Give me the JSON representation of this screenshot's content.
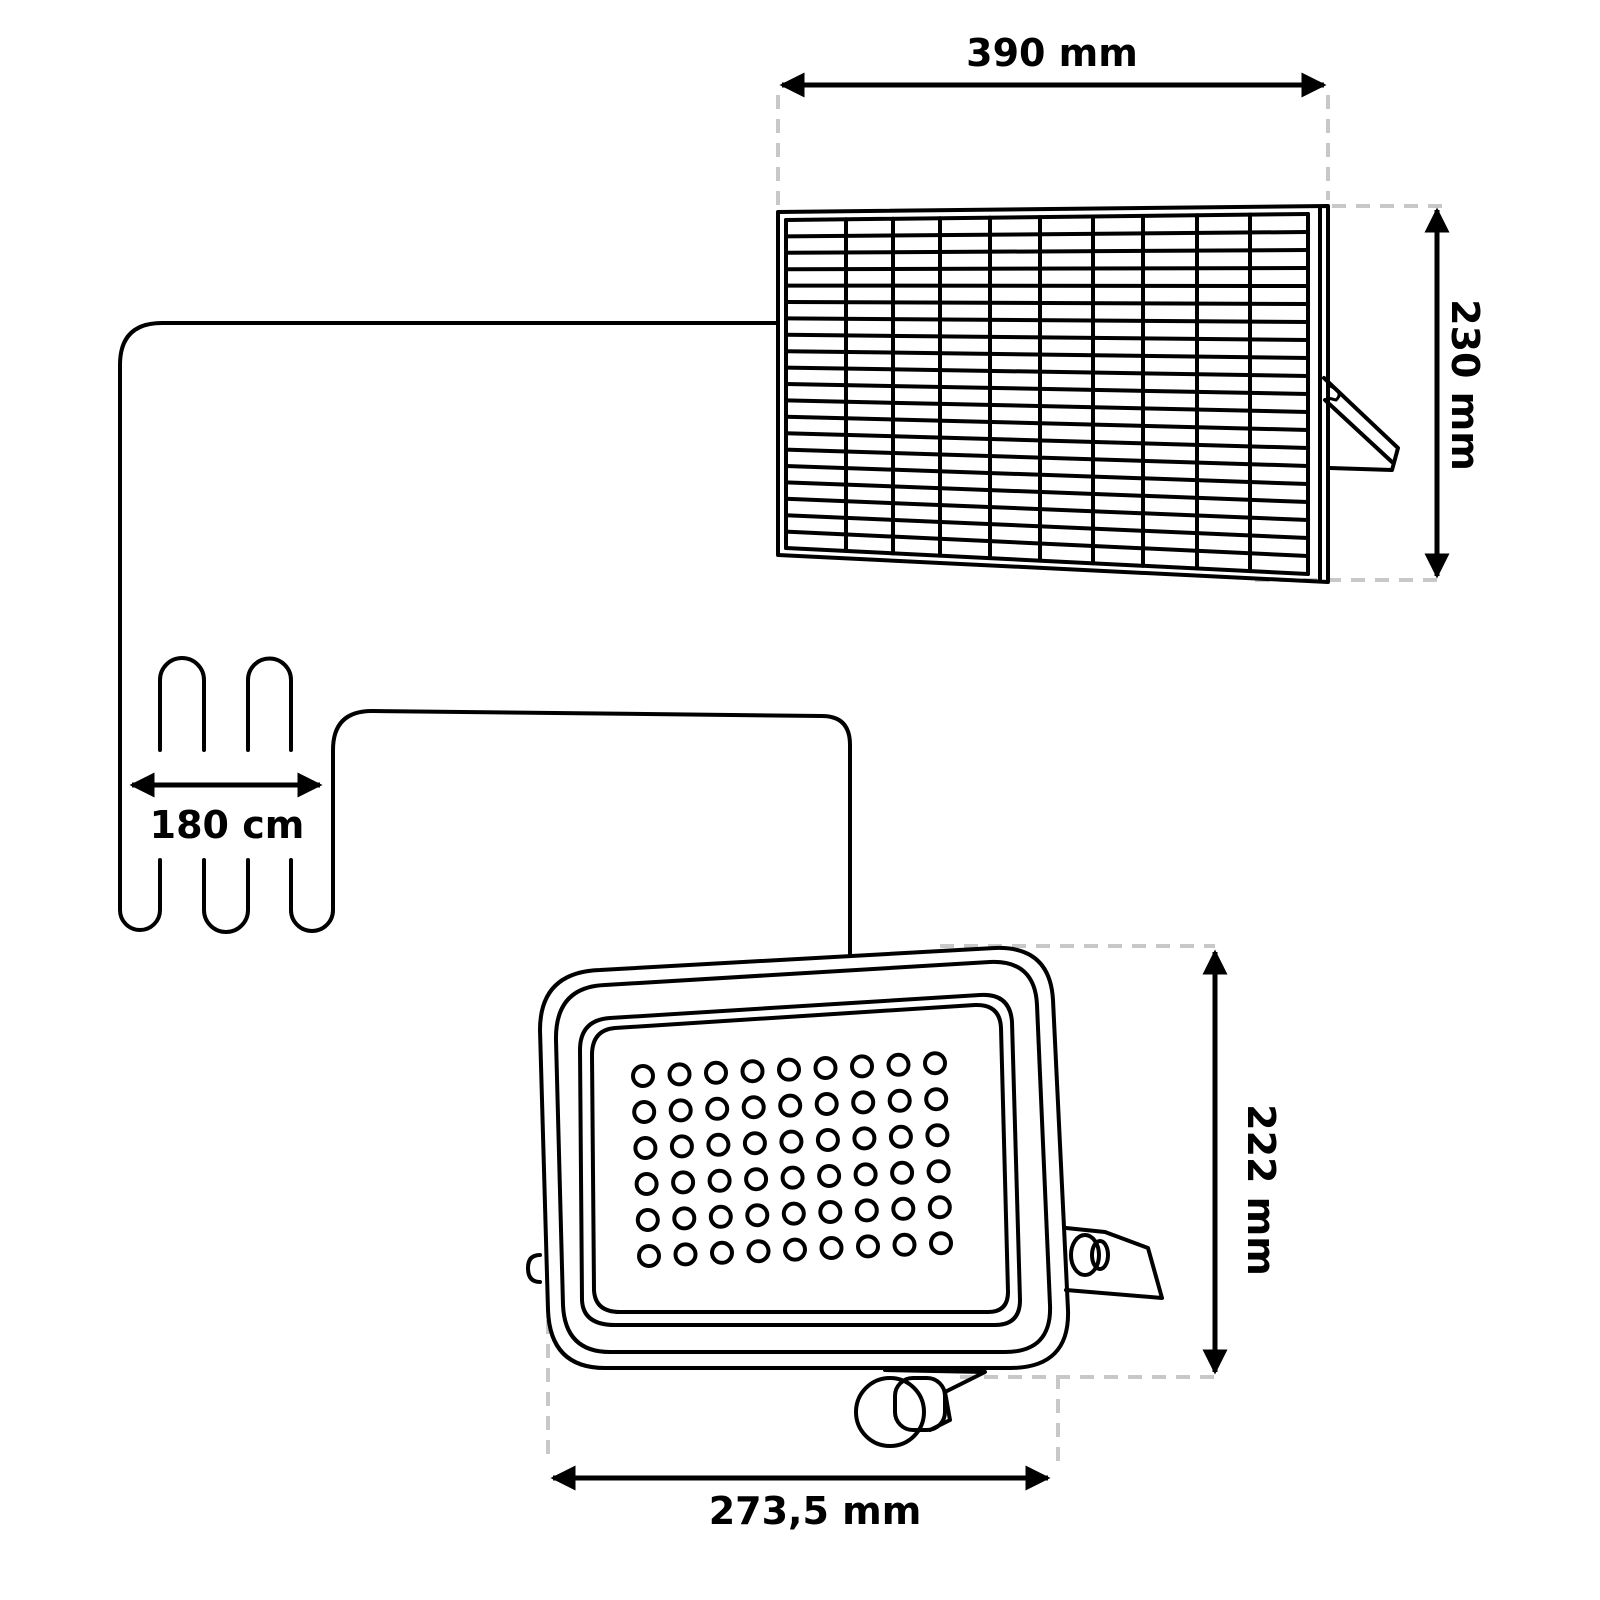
{
  "dimensions": {
    "panel_width": "390 mm",
    "panel_height": "230 mm",
    "cable_length": "180 cm",
    "light_height": "222 mm",
    "light_width": "273,5 mm"
  },
  "panel_grid": {
    "columns": 10,
    "rows": 20
  },
  "led_grid": {
    "columns": 9,
    "rows": 6
  },
  "colors": {
    "line": "#000000",
    "dash": "#c8c8c8",
    "background": "#ffffff"
  }
}
